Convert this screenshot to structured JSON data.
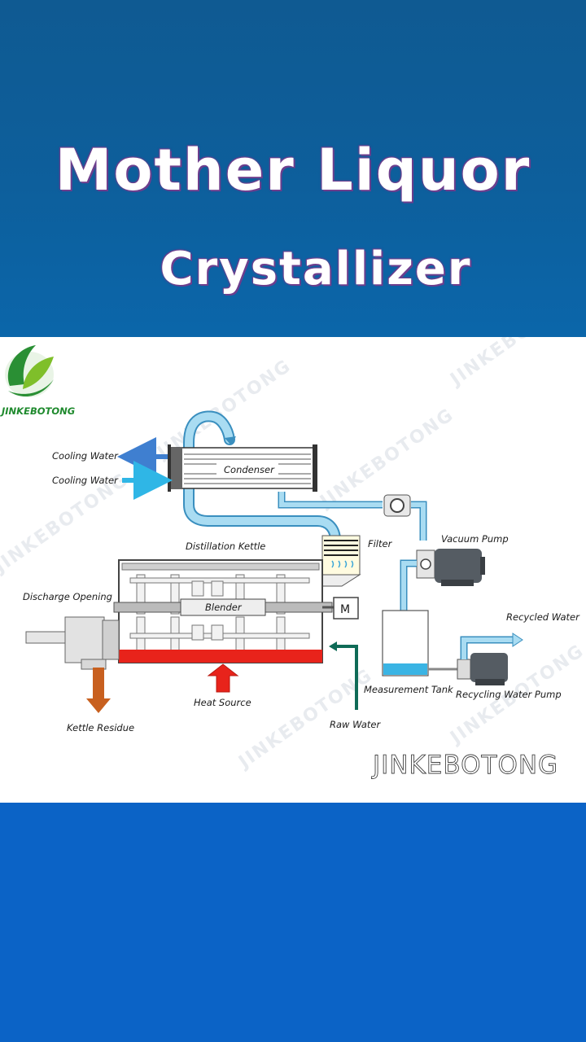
{
  "header": {
    "title_line1": "Mother Liquor",
    "title_line2": "Crystallizer"
  },
  "brand": {
    "logo_text": "JINKEBOTONG",
    "signature": "JINKEBOTONG",
    "watermark": "JINKEBOTONG"
  },
  "labels": {
    "cooling_water_out": "Cooling Water",
    "cooling_water_in": "Cooling Water",
    "condenser": "Condenser",
    "filter": "Filter",
    "vacuum_pump": "Vacuum Pump",
    "distillation_kettle": "Distillation Kettle",
    "discharge_opening": "Discharge Opening",
    "blender": "Blender",
    "motor": "M",
    "recycled_water": "Recycled Water",
    "measurement_tank": "Measurement Tank",
    "recycling_water_pump": "Recycling Water Pump",
    "heat_source": "Heat Source",
    "kettle_residue": "Kettle Residue",
    "raw_water": "Raw Water"
  },
  "colors": {
    "header_bg": "#0d5f9c",
    "footer_bg": "#0b63c6",
    "pipe_light_blue": "#a9dcf2",
    "pipe_outline": "#3a8fbf",
    "heat_red": "#e8231b",
    "arrow_orange": "#c8601f",
    "raw_water_green": "#0f6b57",
    "logo_green": "#1f8a2e"
  }
}
